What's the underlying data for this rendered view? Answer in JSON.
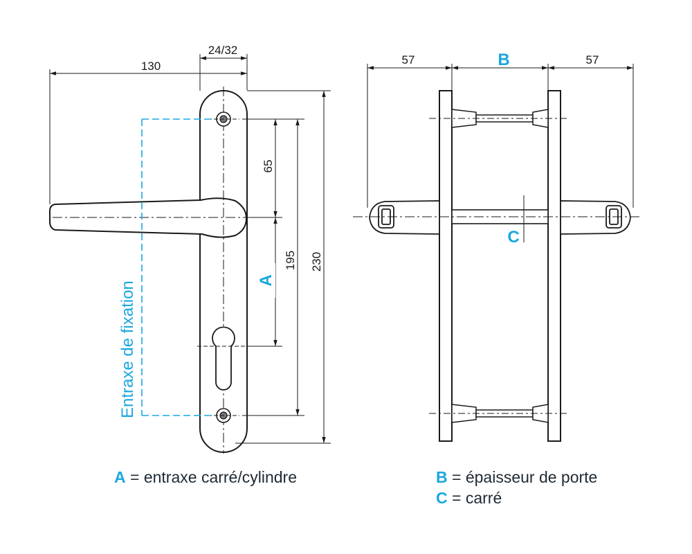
{
  "dimensions": {
    "lever_length": "130",
    "plate_width": "24/32",
    "screw_to_spindle": "65",
    "screw_to_screw": "195",
    "plate_height": "230",
    "projection_left": "57",
    "projection_right": "57"
  },
  "labels": {
    "a_marker": "A",
    "b_marker": "B",
    "c_marker": "C",
    "entraxe_fixation": "Entraxe de fixation"
  },
  "legend": {
    "a_key": "A",
    "a_text": " = entraxe carré/cylindre",
    "b_key": "B",
    "b_text": " = épaisseur de porte",
    "c_key": "C",
    "c_text": " = carré"
  },
  "colors": {
    "accent": "#1aa7e0",
    "line": "#1a1a1a"
  }
}
